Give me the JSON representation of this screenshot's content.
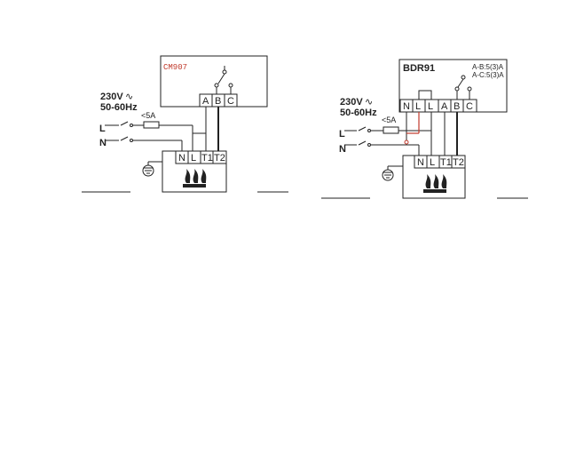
{
  "supply": {
    "voltage": "230V",
    "ac_symbol": "∿",
    "frequency": "50-60Hz",
    "fuse": "<5A",
    "line": "L",
    "neutral": "N"
  },
  "left_diagram": {
    "device": "CM907",
    "device_terminals": [
      "A",
      "B",
      "C"
    ],
    "boiler_terminals": [
      "N",
      "L",
      "T1",
      "T2"
    ]
  },
  "right_diagram": {
    "device": "BDR91",
    "device_terminals": [
      "N",
      "L",
      "L",
      "A",
      "B",
      "C"
    ],
    "rating_ab": "A-B:5(3)A",
    "rating_ac": "A-C:5(3)A",
    "boiler_terminals": [
      "N",
      "L",
      "T1",
      "T2"
    ]
  },
  "colors": {
    "line": "#222222",
    "live_link": "#c0392b",
    "device_label": "#c0392b"
  }
}
